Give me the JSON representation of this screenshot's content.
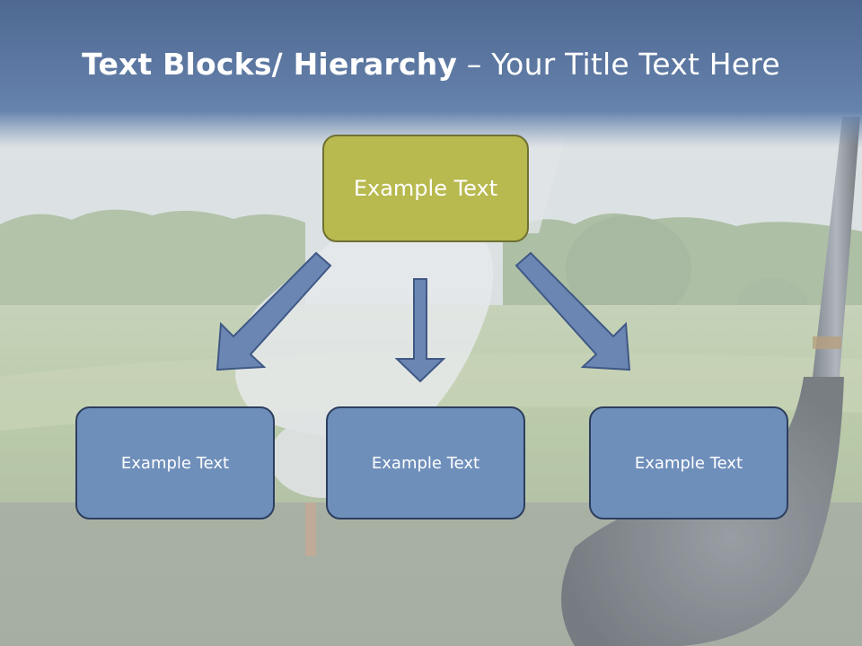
{
  "slide": {
    "title_bold": "Text Blocks/ Hierarchy",
    "title_dash": " – ",
    "title_rest": "Your Title Text Here"
  },
  "hierarchy": {
    "root": {
      "label": "Example Text",
      "color": "#b8b94e"
    },
    "children": [
      {
        "label": "Example Text",
        "color": "#6f8fbb"
      },
      {
        "label": "Example Text",
        "color": "#6f8fbb"
      },
      {
        "label": "Example Text",
        "color": "#6f8fbb"
      }
    ],
    "arrow_color": "#6b86b3"
  },
  "background": {
    "scene": "golf-course-photo",
    "header_color": "#5b77a0"
  }
}
